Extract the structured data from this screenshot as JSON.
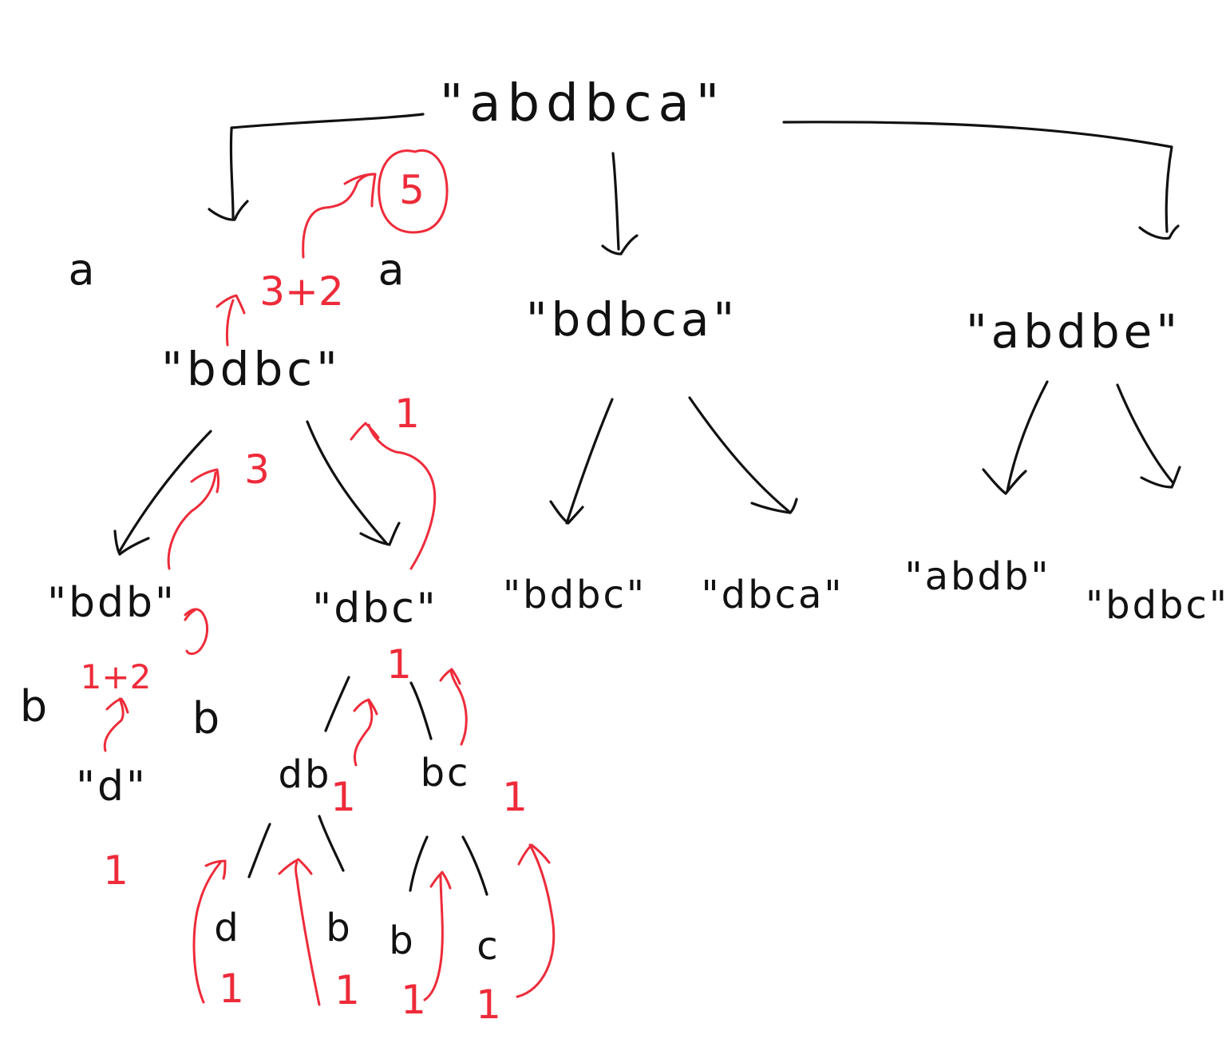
{
  "nodes": {
    "root": "\"abdbca\"",
    "left": "\"bdbc\"",
    "middle": "\"bdbca\"",
    "right": "\"abdbe\"",
    "left_left": "\"bdb\"",
    "left_right": "\"dbc\"",
    "middle_left": "\"bdbc\"",
    "middle_right": "\"dbca\"",
    "right_left": "\"abdb\"",
    "right_right": "\"bdbc\"",
    "left_left_inner": "\"d\"",
    "left_right_left": "db",
    "left_right_right": "bc",
    "leaf_d": "d",
    "leaf_b1": "b",
    "leaf_b2": "b",
    "leaf_c": "c"
  },
  "matched_chars": {
    "root_left_a": "a",
    "root_right_a": "a",
    "bdb_left_b": "b",
    "bdb_right_b": "b"
  },
  "annotations": {
    "result_circled": "5",
    "sum_top": "3+2",
    "three": "3",
    "one_top_right": "1",
    "sum_bdb": "1+2",
    "one_d": "1",
    "one_dbc": "1",
    "one_db": "1",
    "one_bc": "1",
    "leaf_one_d": "1",
    "leaf_one_b1": "1",
    "leaf_one_b2": "1",
    "leaf_one_c": "1"
  },
  "colors": {
    "tree_ink": "#111111",
    "annotation_ink": "#ee2b3a",
    "background": "#ffffff"
  }
}
